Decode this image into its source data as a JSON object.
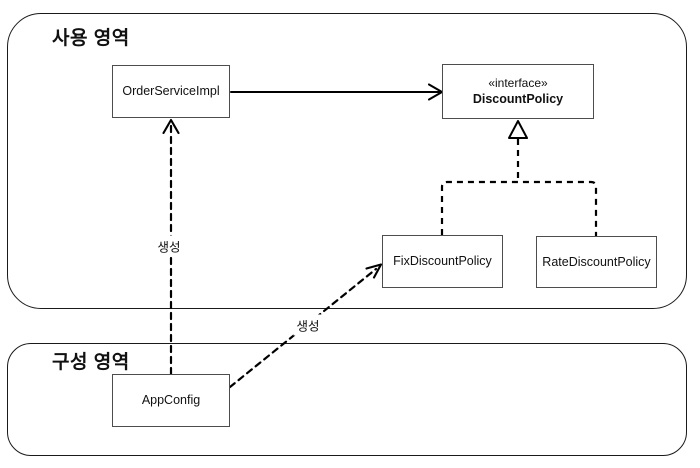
{
  "diagram": {
    "regions": [
      {
        "id": "usage-area",
        "label": "사용 영역"
      },
      {
        "id": "config-area",
        "label": "구성 영역"
      }
    ],
    "nodes": [
      {
        "id": "order-service-impl",
        "label": "OrderServiceImpl",
        "region": "usage-area"
      },
      {
        "id": "discount-policy",
        "stereotype": "«interface»",
        "label": "DiscountPolicy",
        "region": "usage-area"
      },
      {
        "id": "fix-discount-policy",
        "label": "FixDiscountPolicy",
        "region": "usage-area"
      },
      {
        "id": "rate-discount-policy",
        "label": "RateDiscountPolicy",
        "region": "usage-area"
      },
      {
        "id": "app-config",
        "label": "AppConfig",
        "region": "config-area"
      }
    ],
    "edges": [
      {
        "from": "OrderServiceImpl",
        "to": "DiscountPolicy",
        "line": "solid",
        "arrow": "open",
        "label": ""
      },
      {
        "from": "FixDiscountPolicy",
        "to": "DiscountPolicy",
        "line": "dashed",
        "arrow": "hollow-triangle",
        "label": ""
      },
      {
        "from": "RateDiscountPolicy",
        "to": "DiscountPolicy",
        "line": "dashed",
        "arrow": "hollow-triangle",
        "label": ""
      },
      {
        "from": "AppConfig",
        "to": "OrderServiceImpl",
        "line": "dashed",
        "arrow": "open",
        "label": "생성"
      },
      {
        "from": "AppConfig",
        "to": "FixDiscountPolicy",
        "line": "dashed",
        "arrow": "open",
        "label": "생성"
      }
    ],
    "colors": {
      "background": "#ffffff",
      "region_border": "#1a1a1a",
      "node_border": "#4d4d4d",
      "connector": "#000000",
      "text": "#111111"
    }
  }
}
